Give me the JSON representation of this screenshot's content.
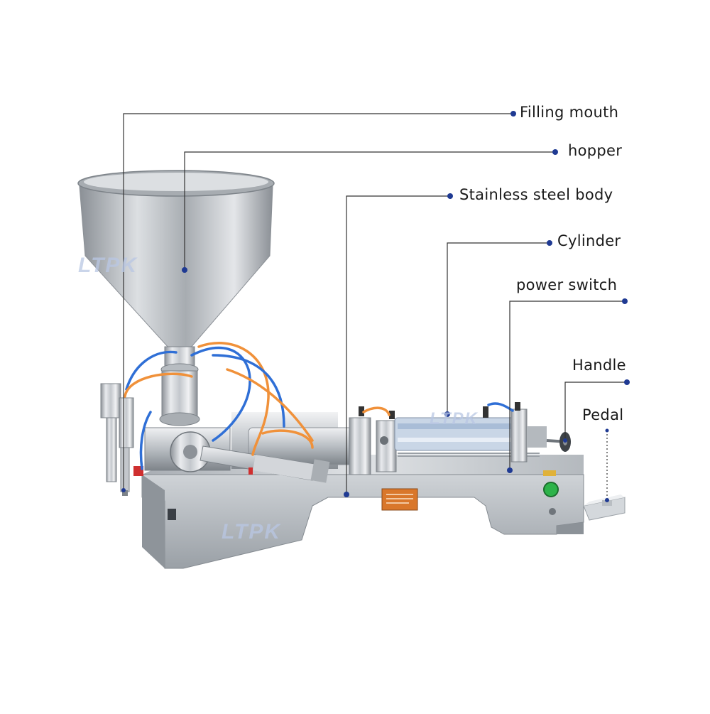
{
  "labels": {
    "filling_mouth": "Filling mouth",
    "hopper": "hopper",
    "stainless_steel_body": "Stainless steel body",
    "cylinder": "Cylinder",
    "power_switch": "power switch",
    "handle": "Handle",
    "pedal": "Pedal"
  },
  "watermark": {
    "text": "LTPK"
  },
  "colors": {
    "leader_line": "#333333",
    "dot": "#1f3a93",
    "steel_light": "#e6e8ea",
    "steel_mid": "#b7bcc1",
    "steel_dark": "#7d8389",
    "air_hose_blue": "#2f6fd6",
    "air_hose_orange": "#f0913a",
    "switch_green": "#2db34a",
    "plate_orange": "#d9772b"
  }
}
